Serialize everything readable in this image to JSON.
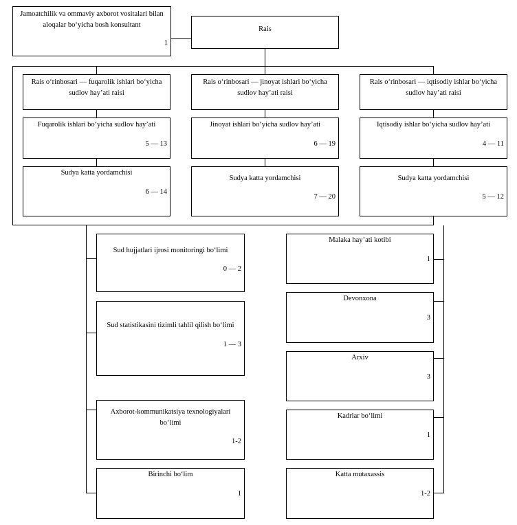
{
  "top": {
    "consultant": {
      "title": "Jamoatchilik va ommaviy axborot vositalari bilan aloqalar bo‘yicha bosh konsultant",
      "num": "1"
    },
    "rais": {
      "title": "Rais"
    }
  },
  "columns": [
    {
      "deputy": {
        "title": "Rais o‘rinbosari — fuqarolik ishlari bo‘yicha sudlov hay’ati raisi"
      },
      "panel": {
        "title": "Fuqarolik ishlari bo‘yicha sudlov hay’ati",
        "num": "5 — 13"
      },
      "assistant": {
        "title": "Sudya katta yordamchisi",
        "num": "6 — 14"
      }
    },
    {
      "deputy": {
        "title": "Rais o‘rinbosari — jinoyat ishlari bo‘yicha sudlov hay’ati raisi"
      },
      "panel": {
        "title": "Jinoyat ishlari bo‘yicha sudlov hay’ati",
        "num": "6 — 19"
      },
      "assistant": {
        "title": "Sudya katta yordamchisi",
        "num": "7 — 20"
      }
    },
    {
      "deputy": {
        "title": "Rais o‘rinbosari — iqtisodiy ishlar bo‘yicha sudlov hay’ati raisi"
      },
      "panel": {
        "title": "Iqtisodiy ishlar bo‘yicha sudlov hay’ati",
        "num": "4 — 11"
      },
      "assistant": {
        "title": "Sudya katta yordamchisi",
        "num": "5 — 12"
      }
    }
  ],
  "left_units": [
    {
      "title": "Sud hujjatlari ijrosi monitoringi bo‘limi",
      "num": "0 — 2"
    },
    {
      "title": "Sud statistikasini tizimli tahlil qilish bo‘limi",
      "num": "1 — 3"
    },
    {
      "title": "Axborot-kommunikatsiya texnologiyalari bo‘limi",
      "num": "1-2"
    },
    {
      "title": "Birinchi bo‘lim",
      "num": "1"
    }
  ],
  "right_units": [
    {
      "title": "Malaka hay’ati kotibi",
      "num": "1"
    },
    {
      "title": "Devonxona",
      "num": "3"
    },
    {
      "title": "Arxiv",
      "num": "3"
    },
    {
      "title": "Kadrlar bo‘limi",
      "num": "1"
    },
    {
      "title": "Katta mutaxassis",
      "num": "1-2"
    }
  ]
}
